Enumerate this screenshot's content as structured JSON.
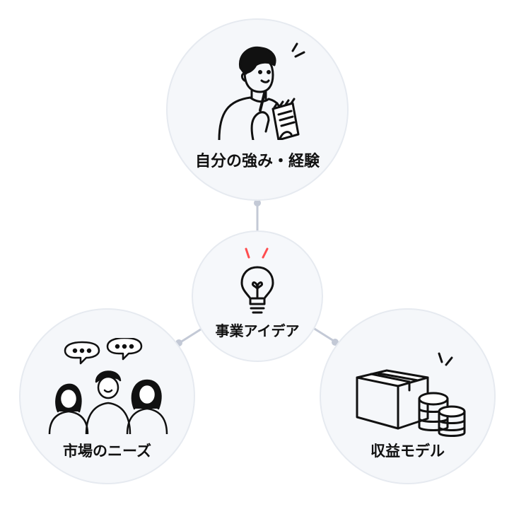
{
  "diagram": {
    "center": {
      "label": "事業アイデア",
      "icon": "lightbulb-icon"
    },
    "top": {
      "label": "自分の強み・経験",
      "icon": "person-writing-notes-icon"
    },
    "left": {
      "label": "市場のニーズ",
      "icon": "people-talking-icon"
    },
    "right": {
      "label": "収益モデル",
      "icon": "box-and-coins-icon"
    },
    "colors": {
      "node_fill": "#f5f7fa",
      "node_border": "#e6eaf0",
      "connector": "#c3c9d6",
      "accent": "#ff4d4f",
      "ink": "#111111"
    }
  }
}
